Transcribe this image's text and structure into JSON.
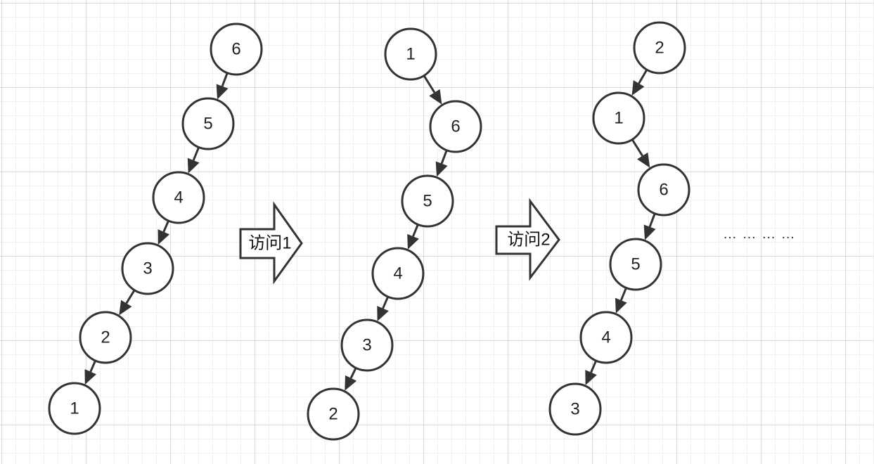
{
  "colors": {
    "stroke": "#333333",
    "node_fill": "#ffffff",
    "grid_major": "#dcdcdc",
    "grid_minor": "#f0f0f0"
  },
  "chains": [
    {
      "id": "chain-initial",
      "nodes": [
        "6",
        "5",
        "4",
        "3",
        "2",
        "1"
      ]
    },
    {
      "id": "chain-after-visit-1",
      "nodes": [
        "1",
        "6",
        "5",
        "4",
        "3",
        "2"
      ]
    },
    {
      "id": "chain-after-visit-2",
      "nodes": [
        "2",
        "1",
        "6",
        "5",
        "4",
        "3"
      ]
    }
  ],
  "steps": [
    {
      "label": "访问1"
    },
    {
      "label": "访问2"
    }
  ],
  "ellipsis": "… … … …"
}
